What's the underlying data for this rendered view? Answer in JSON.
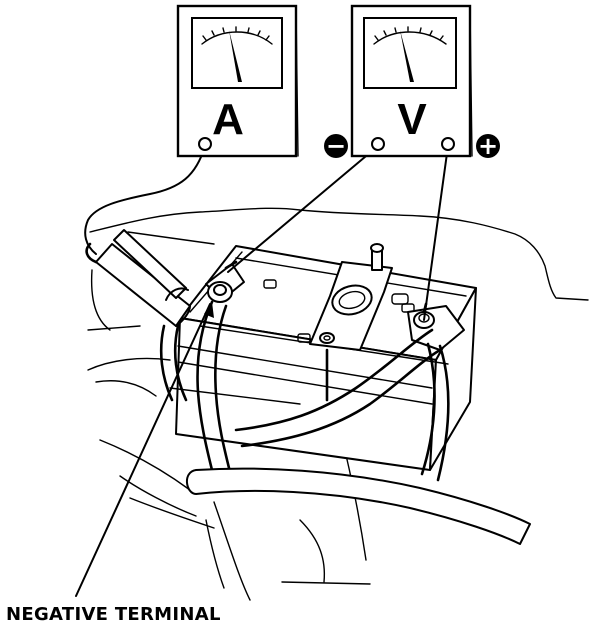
{
  "ammeter": {
    "symbol": "A"
  },
  "voltmeter": {
    "symbol": "V",
    "negative_sign": "−",
    "positive_sign": "+"
  },
  "callouts": {
    "negative_terminal": "NEGATIVE TERMINAL"
  }
}
